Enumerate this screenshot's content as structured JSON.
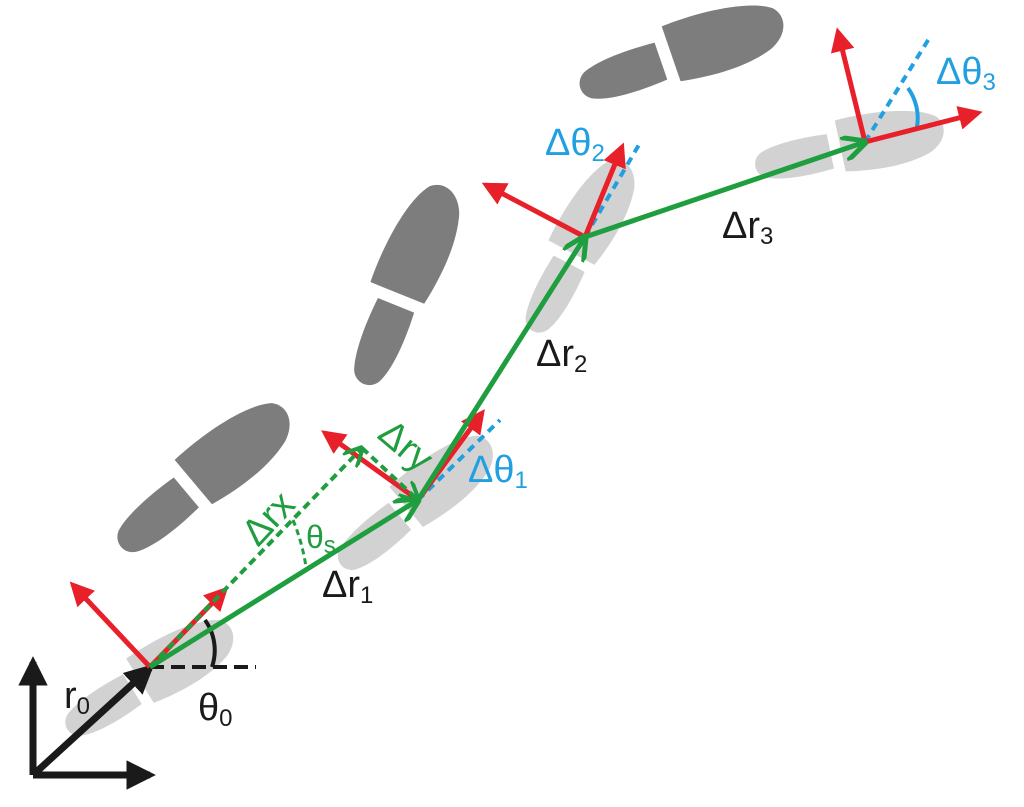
{
  "colors": {
    "displacement": "#1f9e3f",
    "orientation_axes": "#e8202a",
    "heading_change": "#20a0e0",
    "reference": "#1a1a1a",
    "footprint_dark": "#7d7d7d",
    "footprint_light": "#d2d2d2"
  },
  "labels": {
    "r0": {
      "main": "r",
      "sub": "0"
    },
    "theta0": {
      "main": "θ",
      "sub": "0"
    },
    "dr1": {
      "main": "Δr",
      "sub": "1"
    },
    "dr2": {
      "main": "Δr",
      "sub": "2"
    },
    "dr3": {
      "main": "Δr",
      "sub": "3"
    },
    "drx": {
      "main": "Δrx"
    },
    "dry": {
      "main": "Δry"
    },
    "thetas": {
      "main": "θ",
      "sub": "s"
    },
    "dtheta1": {
      "main": "Δθ",
      "sub": "1"
    },
    "dtheta2": {
      "main": "Δθ",
      "sub": "2"
    },
    "dtheta3": {
      "main": "Δθ",
      "sub": "3"
    }
  },
  "icons": [
    "footprint-left-icon",
    "footprint-right-icon"
  ]
}
